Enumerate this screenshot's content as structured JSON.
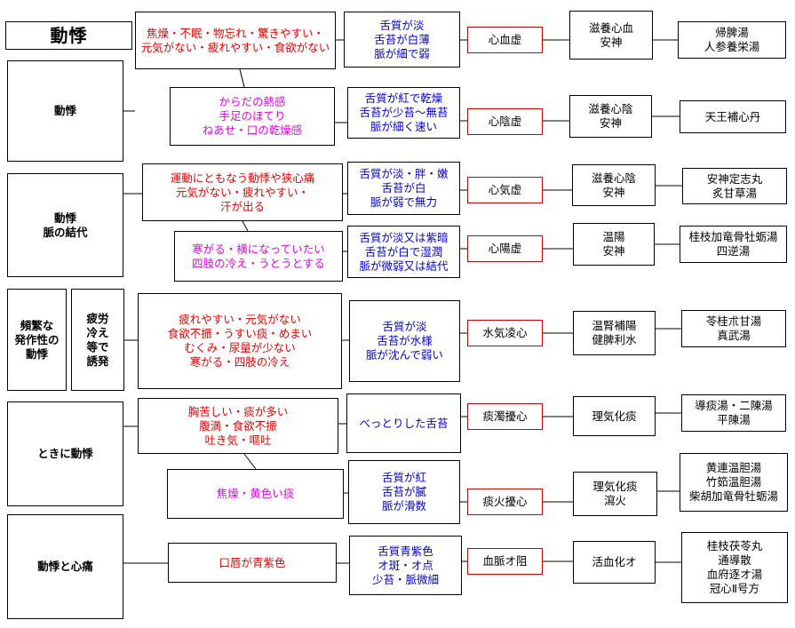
{
  "colors": {
    "line": "#000000",
    "red": "#e60000",
    "magenta": "#e600e6",
    "blue": "#0000cc",
    "red_border": "#cc0000"
  },
  "title": "動悸",
  "groups": [
    {
      "label": "動悸",
      "rows": [
        {
          "symptoms": "焦燥・不眠・物忘れ・驚きやすい・\n元気がない・疲れやすい・食欲がない",
          "tongue": "舌質が淡\n舌苔が白薄\n脈が細で弱",
          "diagnosis": "心血虚",
          "treatment": "滋養心血\n安神",
          "formula": "帰脾湯\n人参養栄湯"
        },
        {
          "symptoms": "からだの熱感\n手足のほてり\nねあせ・口の乾燥感",
          "tongue": "舌質が紅で乾燥\n舌苔が少苔～無苔\n脈が細く速い",
          "diagnosis": "心陰虚",
          "treatment": "滋養心陰\n安神",
          "formula": "天王補心丹"
        }
      ]
    },
    {
      "label": "動悸\n脈の結代",
      "rows": [
        {
          "symptoms": "運動にともなう動悸や狭心痛\n元気がない・疲れやすい・\n汗が出る",
          "tongue": "舌質が淡・胖・嫩\n舌苔が白\n脈が弱で無力",
          "diagnosis": "心気虚",
          "treatment": "滋養心陰\n安神",
          "formula": "安神定志丸\n炙甘草湯"
        },
        {
          "symptoms": "寒がる・横になっていたい\n四肢の冷え・うとうとする",
          "tongue": "舌質が淡又は紫暗\n舌苔が白で湿潤\n脈が微弱又は結代",
          "diagnosis": "心陽虚",
          "treatment": "温陽\n安神",
          "formula": "桂枝加竜骨牡蛎湯\n四逆湯"
        }
      ]
    },
    {
      "label": "頻繁な\n発作性の\n動悸",
      "sublabel": "疲労\n冷え\n等で\n誘発",
      "rows": [
        {
          "symptoms": "疲れやすい・元気がない\n食欲不振・うすい痰・めまい\nむくみ・尿量が少ない\n寒がる・四肢の冷え",
          "tongue": "舌質が淡\n舌苔が水様\n脈が沈んで弱い",
          "diagnosis": "水気凌心",
          "treatment": "温腎補陽\n健脾利水",
          "formula": "苓桂朮甘湯\n真武湯"
        }
      ]
    },
    {
      "label": "ときに動悸",
      "rows": [
        {
          "symptoms": "胸苦しい・痰が多い\n腹満・食欲不振\n吐き気・嘔吐",
          "tongue": "べっとりした舌苔",
          "diagnosis": "痰濁擾心",
          "treatment": "理気化痰",
          "formula": "導痰湯・二陳湯\n平陳湯"
        },
        {
          "symptoms": "焦燥・黄色い痰",
          "tongue": "舌質が紅\n舌苔が膩\n脈が滑数",
          "diagnosis": "痰火擾心",
          "treatment": "理気化痰\n瀉火",
          "formula": "黄連温胆湯\n竹筎温胆湯\n柴胡加竜骨牡蛎湯"
        }
      ]
    },
    {
      "label": "動悸と心痛",
      "rows": [
        {
          "symptoms": "口唇が青紫色",
          "tongue": "舌質青紫色\nオ斑・オ点\n少苔・脈微細",
          "diagnosis": "血脈オ阻",
          "treatment": "活血化オ",
          "formula": "桂枝茯苓丸\n通導散\n血府逐オ湯\n冠心Ⅱ号方"
        }
      ]
    }
  ]
}
